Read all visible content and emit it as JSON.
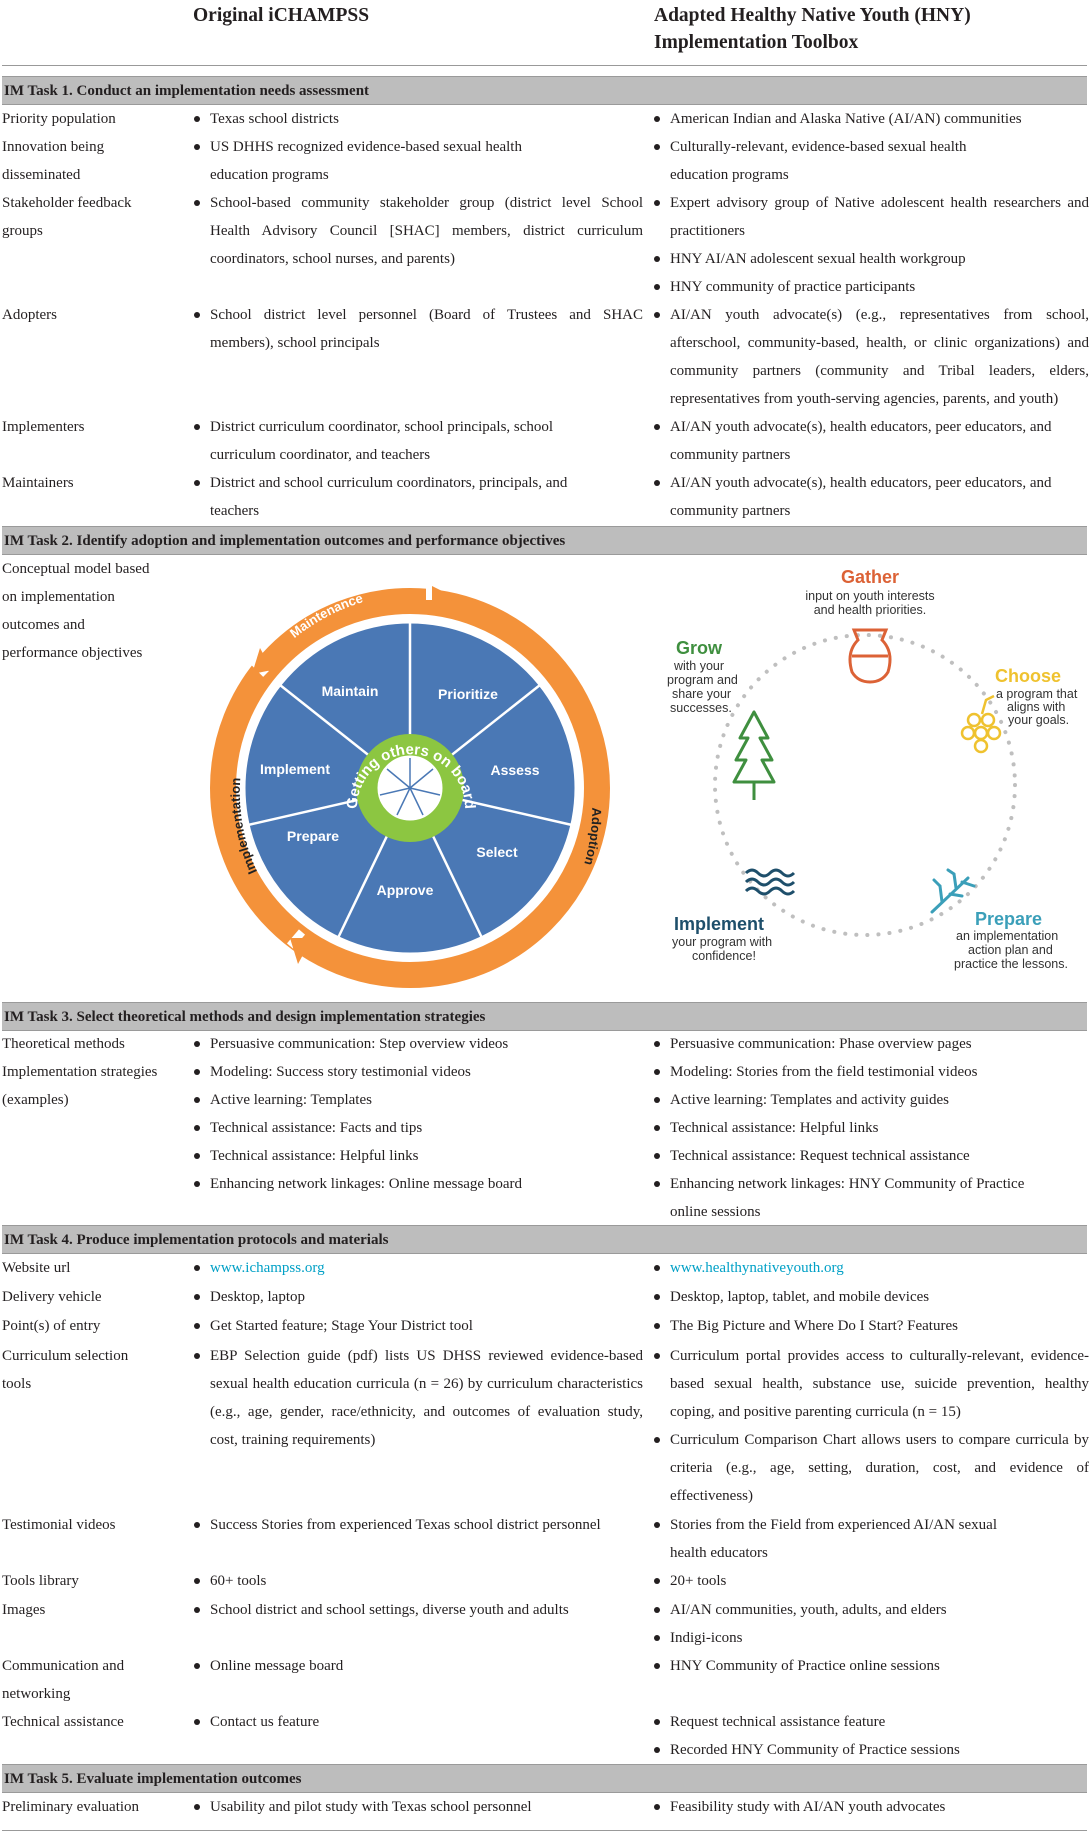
{
  "headers": {
    "original": "Original iCHAMPSS",
    "adapted_line1": "Adapted Healthy Native Youth (HNY)",
    "adapted_line2": "Implementation Toolbox"
  },
  "task1": {
    "title": "IM Task 1. Conduct an implementation needs assessment",
    "rows": [
      {
        "label": [
          "Priority population"
        ],
        "orig": [
          "Texas school districts"
        ],
        "adapt": [
          "American Indian and Alaska Native (AI/AN) communities"
        ]
      },
      {
        "label": [
          "Innovation being",
          "disseminated"
        ],
        "orig": [
          "US DHHS recognized evidence-based sexual health education programs"
        ],
        "adapt": [
          "Culturally-relevant, evidence-based sexual health education programs"
        ]
      },
      {
        "label": [
          "Stakeholder feedback",
          "groups"
        ],
        "orig": [
          "School-based community stakeholder group (district level School Health Advisory Council [SHAC] members, district curriculum coordinators, school nurses, and parents)"
        ],
        "adapt": [
          "Expert advisory group of Native adolescent health researchers and practitioners",
          "HNY AI/AN adolescent sexual health workgroup",
          "HNY community of practice participants"
        ]
      },
      {
        "label": [
          "Adopters"
        ],
        "orig": [
          "School district level personnel (Board of Trustees and SHAC members), school principals"
        ],
        "adapt": [
          "AI/AN youth advocate(s) (e.g., representatives from school, afterschool, community-based, health, or clinic organizations) and community partners (community and Tribal leaders, elders, representatives from youth-serving agencies, parents, and youth)"
        ]
      },
      {
        "label": [
          "Implementers"
        ],
        "orig": [
          "District curriculum coordinator, school principals, school curriculum coordinator, and teachers"
        ],
        "adapt": [
          "AI/AN youth advocate(s), health educators, peer educators, and community partners"
        ]
      },
      {
        "label": [
          "Maintainers"
        ],
        "orig": [
          "District and school curriculum coordinators, principals, and teachers"
        ],
        "adapt": [
          "AI/AN youth advocate(s), health educators, peer educators, and community partners"
        ]
      }
    ]
  },
  "task2": {
    "title": "IM Task 2. Identify adoption and implementation outcomes and performance objectives",
    "label": [
      "Conceptual model based",
      "on implementation",
      "outcomes and",
      "performance objectives"
    ],
    "wheel": {
      "outer_labels": [
        "Maintenance",
        "Adoption",
        "Implementation"
      ],
      "segments": [
        "Maintain",
        "Prioritize",
        "Assess",
        "Select",
        "Approve",
        "Prepare",
        "Implement"
      ],
      "center_text": "Getting others on board",
      "colors": {
        "blue": "#4a78b5",
        "orange": "#f4923a",
        "green": "#8cc641"
      }
    },
    "cycle": {
      "steps": [
        {
          "title": "Gather",
          "desc": [
            "input on youth interests",
            "and health priorities."
          ],
          "color": "#dc6236",
          "icon": "pot-icon"
        },
        {
          "title": "Choose",
          "desc": [
            "a program that",
            "aligns with",
            "your goals."
          ],
          "color": "#efc22f",
          "icon": "berries-icon"
        },
        {
          "title": "Prepare",
          "desc": [
            "an implementation",
            "action plan and",
            "practice the lessons."
          ],
          "color": "#3b9fb9",
          "icon": "coral-icon"
        },
        {
          "title": "Implement",
          "desc": [
            "your program with",
            "confidence!"
          ],
          "color": "#1e4f6b",
          "icon": "waves-icon"
        },
        {
          "title": "Grow",
          "desc": [
            "with your",
            "program and",
            "share your",
            "successes."
          ],
          "color": "#3f8f3f",
          "icon": "tree-icon"
        }
      ]
    }
  },
  "task3": {
    "title": "IM Task 3. Select theoretical methods and design implementation strategies",
    "label": [
      "Theoretical methods",
      "Implementation strategies",
      "(examples)"
    ],
    "orig": [
      "Persuasive communication: Step overview videos",
      "Modeling: Success story testimonial videos",
      "Active learning: Templates",
      "Technical assistance: Facts and tips",
      "Technical assistance: Helpful links",
      "Enhancing network linkages: Online message board"
    ],
    "adapt": [
      "Persuasive communication: Phase overview pages",
      "Modeling: Stories from the field testimonial videos",
      "Active learning: Templates and activity guides",
      "Technical assistance: Helpful links",
      "Technical assistance: Request technical assistance",
      "Enhancing network linkages: HNY Community of Practice online sessions"
    ]
  },
  "task4": {
    "title": "IM Task 4. Produce implementation protocols and materials",
    "rows": [
      {
        "label": [
          "Website url"
        ],
        "orig": [
          "www.ichampss.org"
        ],
        "adapt": [
          "www.healthynativeyouth.org"
        ]
      },
      {
        "label": [
          "Delivery vehicle"
        ],
        "orig": [
          "Desktop, laptop"
        ],
        "adapt": [
          "Desktop, laptop, tablet, and mobile devices"
        ]
      },
      {
        "label": [
          "Point(s) of entry"
        ],
        "orig": [
          "Get Started feature; Stage Your District tool"
        ],
        "adapt": [
          "The Big Picture and Where Do I Start? Features"
        ]
      },
      {
        "label": [
          "Curriculum selection",
          "tools"
        ],
        "orig": [
          "EBP Selection guide (pdf) lists US DHSS reviewed evidence-based sexual health education curricula (n = 26) by curriculum characteristics (e.g., age, gender, race/ethnicity, and outcomes of evaluation study, cost, training requirements)"
        ],
        "adapt": [
          "Curriculum portal provides access to culturally-relevant, evidence-based sexual health, substance use, suicide prevention, healthy coping, and positive parenting curricula (n = 15)",
          "Curriculum Comparison Chart allows users to compare curricula by criteria (e.g., age, setting, duration, cost, and evidence of effectiveness)"
        ]
      },
      {
        "label": [
          "Testimonial videos"
        ],
        "orig": [
          "Success Stories from experienced Texas school district personnel"
        ],
        "adapt": [
          "Stories from the Field from experienced AI/AN sexual health educators"
        ]
      },
      {
        "label": [
          "Tools library"
        ],
        "orig": [
          "60+ tools"
        ],
        "adapt": [
          "20+ tools"
        ]
      },
      {
        "label": [
          "Images"
        ],
        "orig": [
          "School district and school settings, diverse youth and adults"
        ],
        "adapt": [
          "AI/AN communities, youth, adults, and elders",
          "Indigi-icons"
        ]
      },
      {
        "label": [
          "Communication and",
          "networking"
        ],
        "orig": [
          "Online message board"
        ],
        "adapt": [
          "HNY Community of Practice online sessions"
        ]
      },
      {
        "label": [
          "Technical assistance"
        ],
        "orig": [
          "Contact us feature"
        ],
        "adapt": [
          "Request technical assistance feature",
          "Recorded HNY Community of Practice sessions"
        ]
      }
    ]
  },
  "task5": {
    "title": "IM Task 5. Evaluate implementation outcomes",
    "rows": [
      {
        "label": [
          "Preliminary evaluation"
        ],
        "orig": [
          "Usability and pilot study with Texas school personnel"
        ],
        "adapt": [
          "Feasibility study with AI/AN youth advocates"
        ]
      }
    ]
  }
}
